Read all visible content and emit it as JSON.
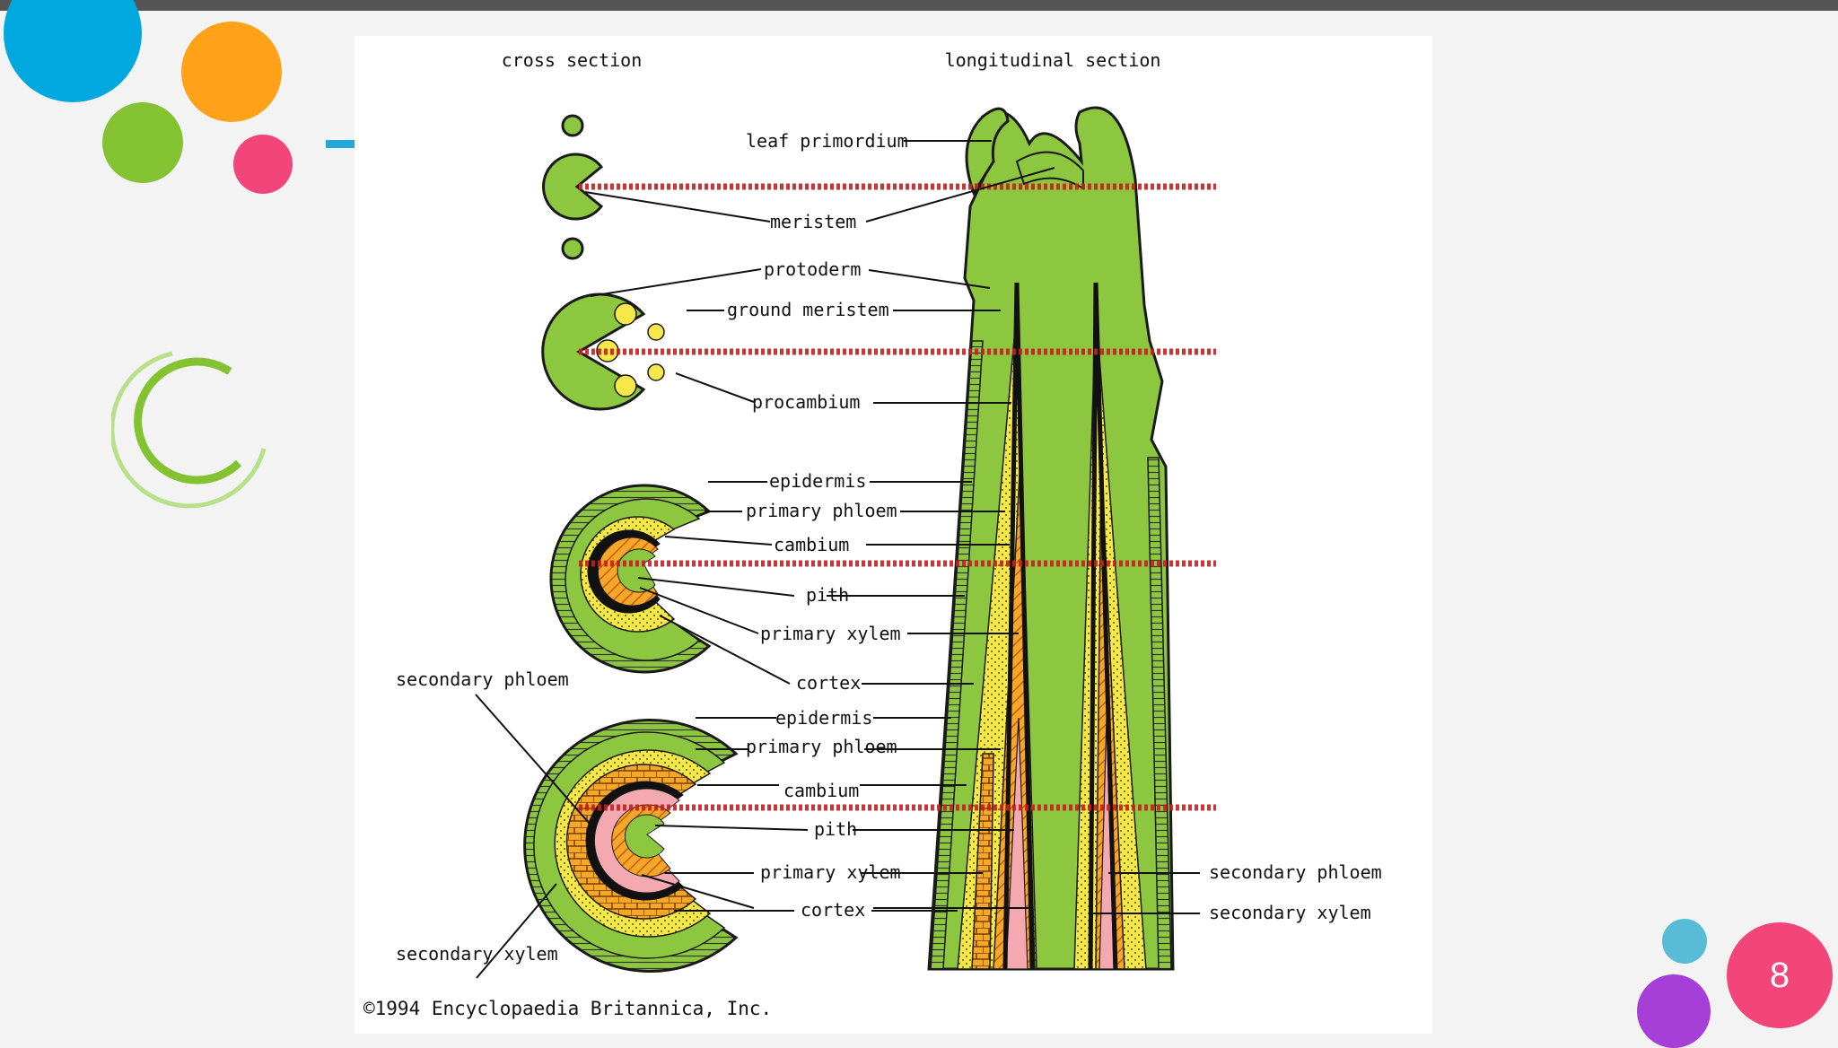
{
  "slide": {
    "page_number": "8",
    "colors": {
      "top_bar": "#555555",
      "circle_blue": "#00a8e0",
      "circle_orange": "#ffa21a",
      "circle_green": "#83c332",
      "circle_pink": "#f2467a",
      "circle_light_blue": "#59bcd6",
      "circle_purple": "#a53fd8",
      "accent_dash": "#22a8d8"
    }
  },
  "figure": {
    "headers": {
      "cross": "cross section",
      "longitudinal": "longitudinal section"
    },
    "labels": {
      "leaf_primordium": "leaf primordium",
      "meristem": "meristem",
      "protoderm": "protoderm",
      "ground_meristem": "ground meristem",
      "procambium": "procambium",
      "epidermis_1": "epidermis",
      "primary_phloem_1": "primary phloem",
      "cambium_1": "cambium",
      "pith_1": "pith",
      "primary_xylem_1": "primary xylem",
      "cortex_1": "cortex",
      "secondary_phloem_left": "secondary phloem",
      "epidermis_2": "epidermis",
      "primary_phloem_2": "primary phloem",
      "cambium_2": "cambium",
      "pith_2": "pith",
      "primary_xylem_2": "primary xylem",
      "cortex_2": "cortex",
      "secondary_xylem_left": "secondary xylem",
      "secondary_phloem_right": "secondary phloem",
      "secondary_xylem_right": "secondary xylem"
    },
    "copyright": "©1994 Encyclopaedia Britannica, Inc."
  }
}
